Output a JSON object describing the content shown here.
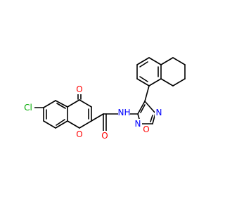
{
  "structure": {
    "colors": {
      "bond": "#000000",
      "O": "#ff0000",
      "N": "#0000ff",
      "Cl": "#00aa00",
      "background": "#ffffff"
    },
    "atoms": {
      "cl": {
        "text": "Cl",
        "element": "Cl"
      },
      "ketone_o": {
        "text": "O",
        "element": "O"
      },
      "ring_o": {
        "text": "O",
        "element": "O"
      },
      "amide_o": {
        "text": "O",
        "element": "O"
      },
      "amide_n": {
        "text": "N",
        "element": "N"
      },
      "amide_h": {
        "text": "H",
        "element": "N"
      },
      "oxadiazole_n1": {
        "text": "N",
        "element": "N"
      },
      "oxadiazole_n2": {
        "text": "N",
        "element": "N"
      },
      "oxadiazole_o": {
        "text": "O",
        "element": "O"
      }
    }
  }
}
